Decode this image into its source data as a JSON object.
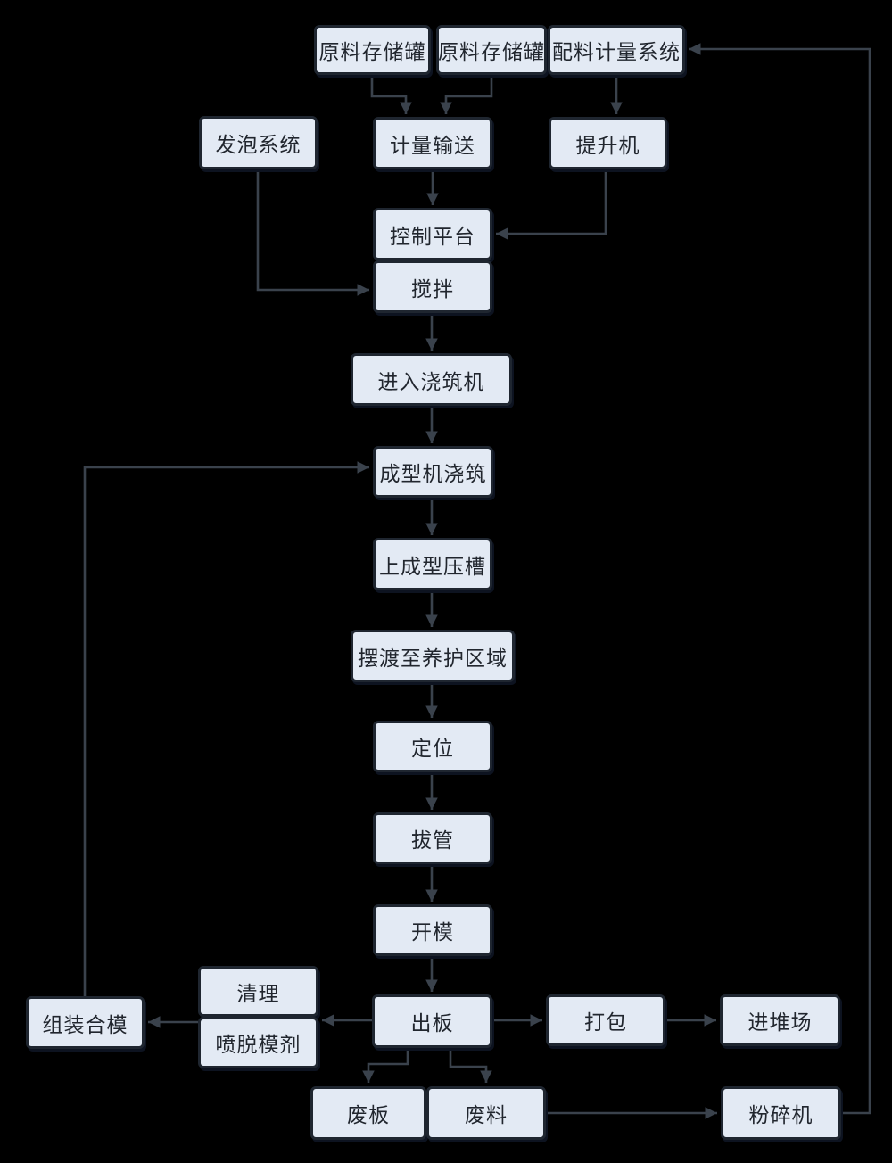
{
  "diagram": {
    "type": "flowchart",
    "background_color": "#000000",
    "node_fill_color": "#e3eaf4",
    "node_border_color": "#1f2630",
    "connector_color": "#3a424c",
    "nodes": {
      "raw_tank_1": {
        "label": "原料存储罐"
      },
      "raw_tank_2": {
        "label": "原料存储罐"
      },
      "batching_system": {
        "label": "配料计量系统"
      },
      "foaming_system": {
        "label": "发泡系统"
      },
      "metering_conveyor": {
        "label": "计量输送"
      },
      "elevator": {
        "label": "提升机"
      },
      "control_platform": {
        "label": "控制平台"
      },
      "mixing": {
        "label": "搅拌"
      },
      "enter_pouring_machine": {
        "label": "进入浇筑机"
      },
      "forming_machine_pouring": {
        "label": "成型机浇筑"
      },
      "forming_press_groove": {
        "label": "上成型压槽"
      },
      "ferry_to_curing_area": {
        "label": "摆渡至养护区域"
      },
      "positioning": {
        "label": "定位"
      },
      "tube_pulling": {
        "label": "拔管"
      },
      "mold_opening": {
        "label": "开模"
      },
      "cleaning": {
        "label": "清理"
      },
      "spray_release_agent": {
        "label": "喷脱模剂"
      },
      "assemble_mold": {
        "label": "组装合模"
      },
      "board_out": {
        "label": "出板"
      },
      "packing": {
        "label": "打包"
      },
      "into_stack_yard": {
        "label": "进堆场"
      },
      "waste_board": {
        "label": "废板"
      },
      "waste_material": {
        "label": "废料"
      },
      "crusher": {
        "label": "粉碎机"
      }
    },
    "edges": [
      "raw_tank_1 -> metering_conveyor",
      "raw_tank_2 -> metering_conveyor",
      "batching_system -> elevator",
      "elevator -> control_platform",
      "foaming_system -> mixing",
      "metering_conveyor -> control_platform",
      "mixing -> enter_pouring_machine",
      "enter_pouring_machine -> forming_machine_pouring",
      "assemble_mold -> forming_machine_pouring",
      "forming_machine_pouring -> forming_press_groove",
      "forming_press_groove -> ferry_to_curing_area",
      "ferry_to_curing_area -> positioning",
      "positioning -> tube_pulling",
      "tube_pulling -> mold_opening",
      "mold_opening -> board_out",
      "board_out -> cleaning_spray_stack",
      "cleaning_spray_stack -> assemble_mold",
      "board_out -> packing",
      "packing -> into_stack_yard",
      "board_out -> waste_board",
      "board_out -> waste_material",
      "waste_material -> crusher",
      "crusher -> batching_system"
    ]
  }
}
